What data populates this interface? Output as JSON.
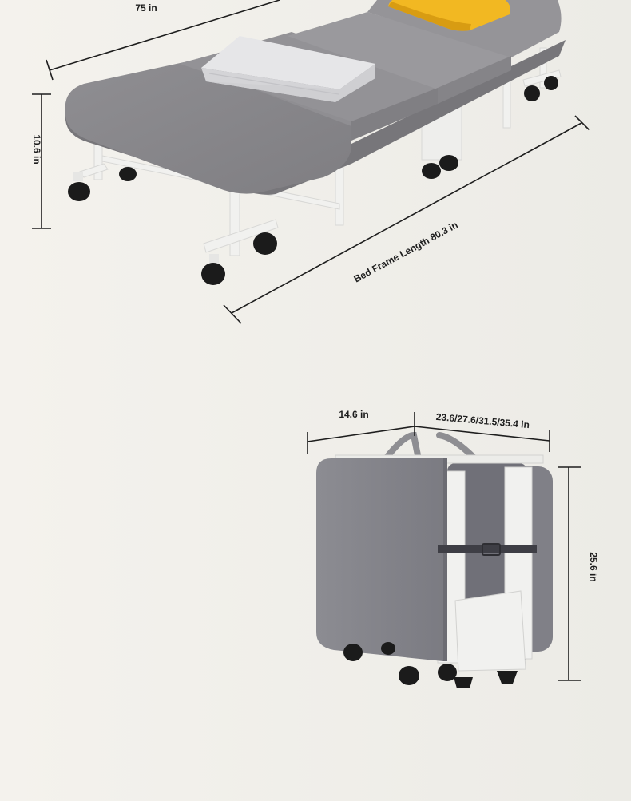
{
  "colors": {
    "background": "#f3f1ec",
    "mattress": "#8e8d90",
    "mattress_top": "#a09fa2",
    "frame": "#f1f1ef",
    "pillow": "#f2b822",
    "blanket": "#e4e4e6",
    "wheel": "#1b1b1b",
    "dimension_line": "#1e1e1e"
  },
  "open_bed": {
    "dims": {
      "width_top": "75 in",
      "height": "10.6 in",
      "frame_length": "Bed Frame Length 80.3 in"
    },
    "icons": [
      "pillow-icon",
      "blanket-icon",
      "caster-wheel-icon"
    ]
  },
  "folded_bed": {
    "dims": {
      "depth": "14.6 in",
      "width_options": "23.6/27.6/31.5/35.4 in",
      "height": "25.6 in"
    },
    "icons": [
      "carry-handle-icon",
      "strap-buckle-icon",
      "caster-wheel-icon"
    ]
  }
}
